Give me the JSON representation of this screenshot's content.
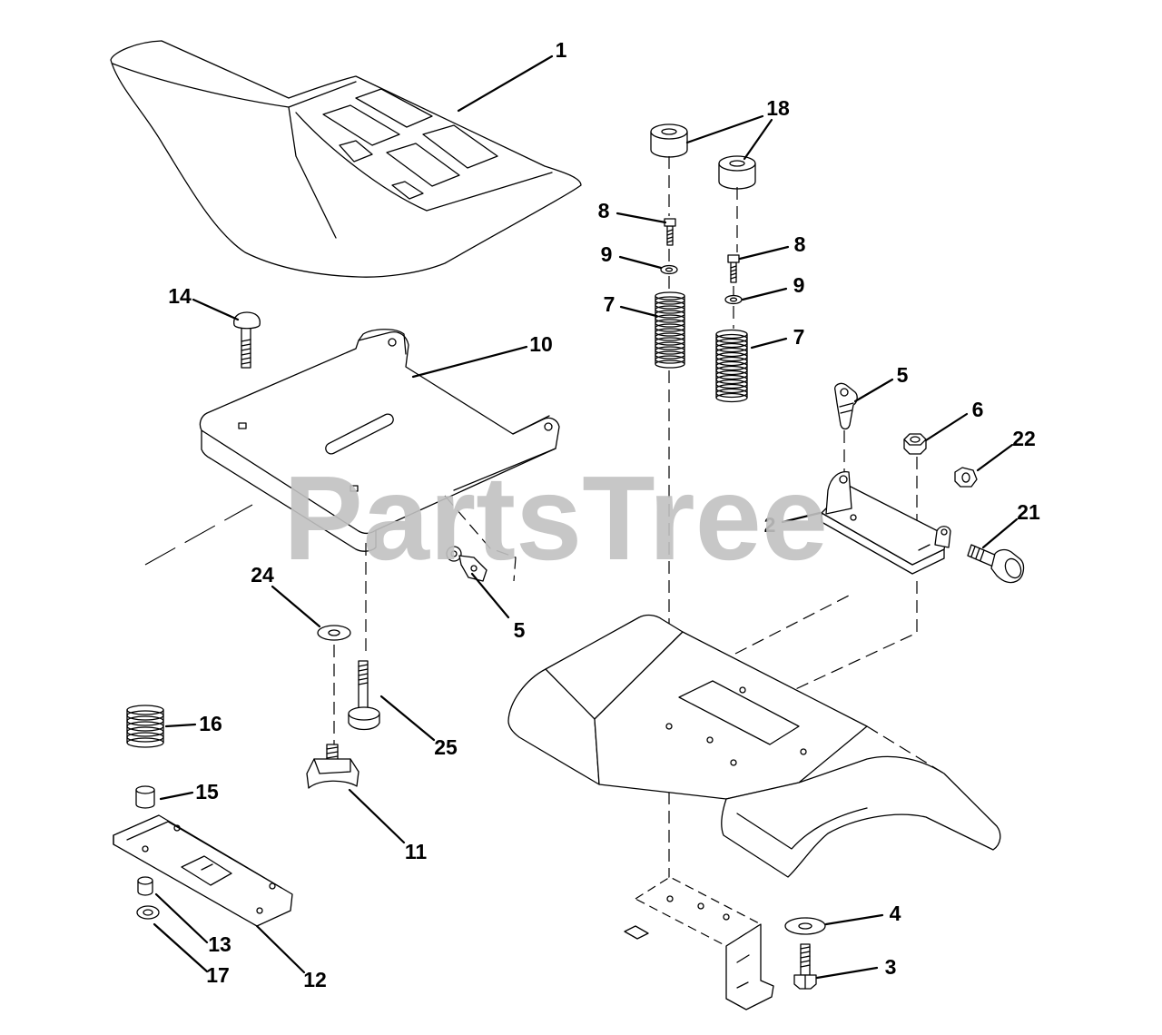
{
  "diagram": {
    "watermark": "PartsTree",
    "callouts": [
      "1",
      "18",
      "8",
      "8",
      "9",
      "9",
      "7",
      "7",
      "14",
      "10",
      "5",
      "6",
      "22",
      "21",
      "2",
      "24",
      "5",
      "16",
      "25",
      "15",
      "11",
      "13",
      "17",
      "12",
      "4",
      "3"
    ]
  }
}
